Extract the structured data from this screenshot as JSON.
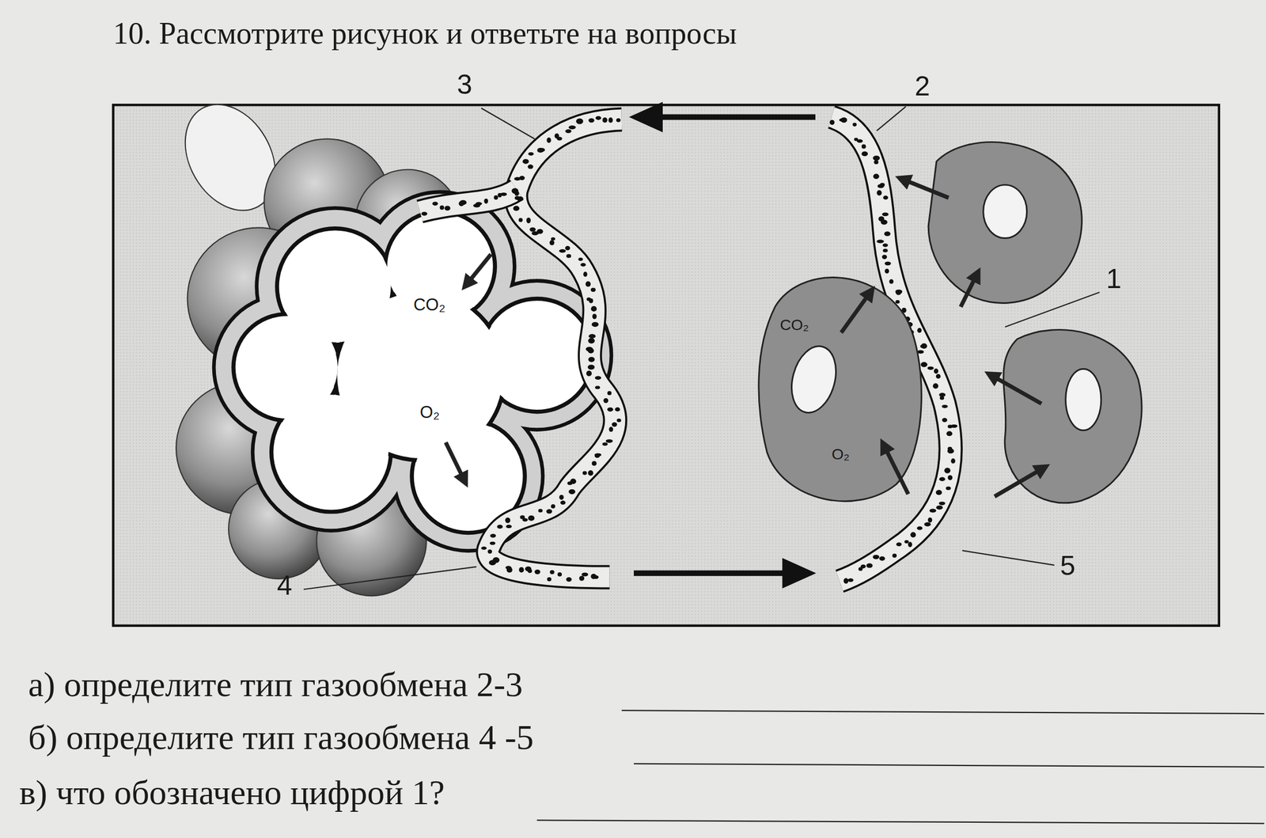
{
  "diagram": {
    "title": "10. Рассмотрите рисунок и ответьте на вопросы",
    "labels": [
      "3",
      "2",
      "CO₂",
      "1",
      "CO₂",
      "O₂",
      "O₂",
      "5",
      "4",
      "а) определите тип газообмена 2-3",
      "б) определите тип газообмена 4 -5",
      "в) что обозначено цифрой 1?"
    ]
  }
}
